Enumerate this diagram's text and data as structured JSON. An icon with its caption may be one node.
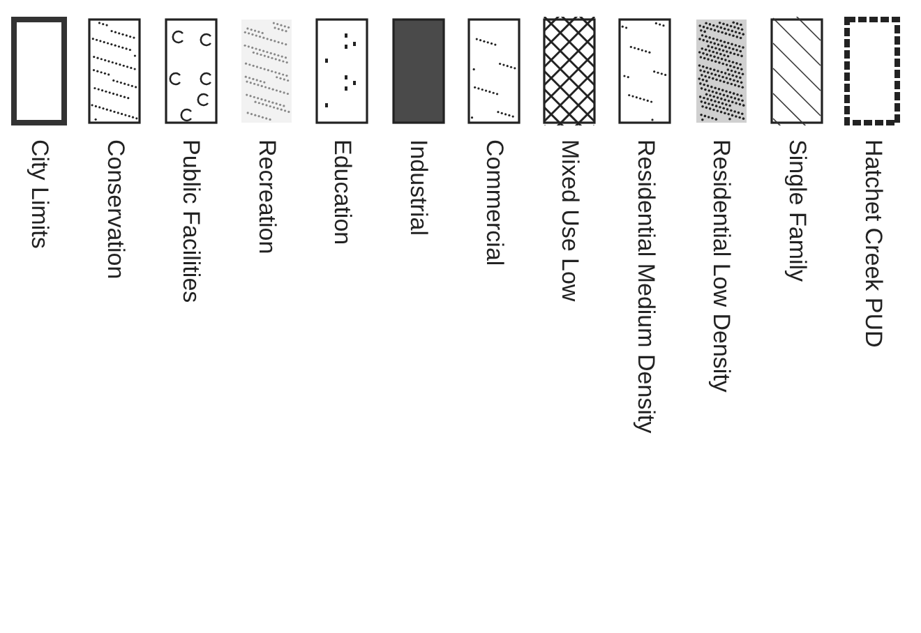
{
  "diagram": {
    "legend": [
      {
        "text": "City Limits"
      },
      {
        "text": "Conservation"
      },
      {
        "text": "Public Facilities"
      },
      {
        "text": "Recreation"
      },
      {
        "text": "Education"
      },
      {
        "text": "Industrial"
      },
      {
        "text": "Commercial"
      },
      {
        "text": "Mixed Use Low"
      },
      {
        "text": "Residential Medium Density"
      },
      {
        "text": "Residential Low Density"
      },
      {
        "text": "Single Family"
      },
      {
        "text": "Hatchet Creek PUD"
      }
    ]
  }
}
